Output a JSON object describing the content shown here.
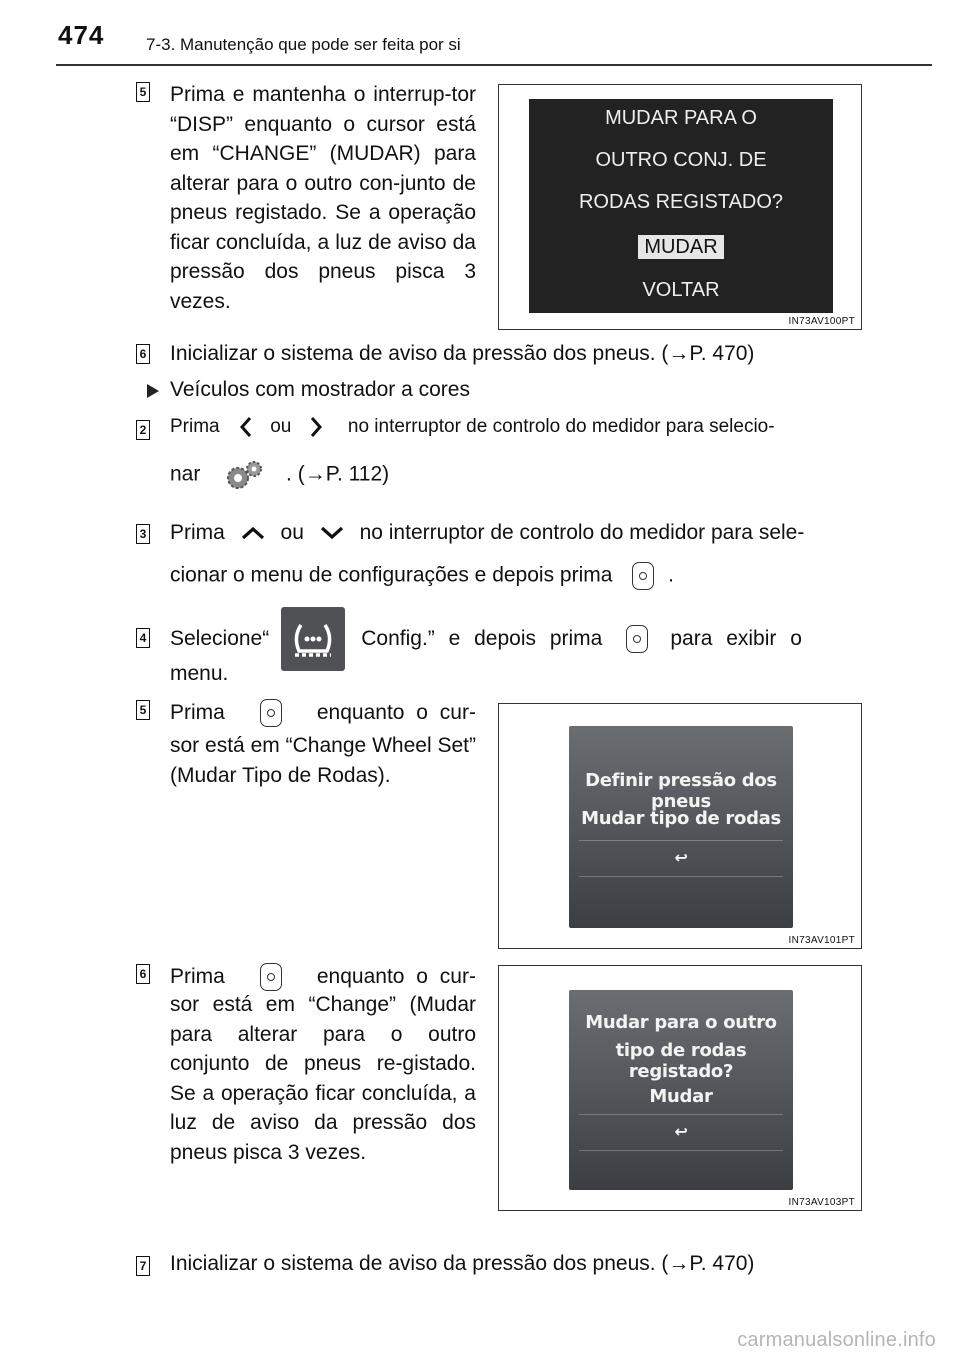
{
  "header": {
    "page_number": "474",
    "section": "7-3. Manutenção que pode ser feita por si"
  },
  "blocks": [
    {
      "step": "5",
      "text": "Prima e mantenha o interrup-tor “DISP” enquanto o cursor está em “CHANGE” (MUDAR) para alterar para o outro con-junto de pneus registado. Se a operação ficar concluída, a luz de aviso da pressão dos pneus pisca 3 vezes.",
      "figure": {
        "code": "IN73AV100PT",
        "lines": [
          "MUDAR PARA O",
          "OUTRO CONJ. DE",
          "RODAS REGISTADO?"
        ],
        "selected": "MUDAR",
        "other": "VOLTAR"
      }
    },
    {
      "step": "6",
      "text": "Inicializar o sistema de aviso da pressão dos pneus. (→P. 470)"
    },
    {
      "bullet": "Veículos com mostrador a cores"
    },
    {
      "step": "2",
      "part1": "Prima",
      "part2": "ou",
      "part3": "no interruptor de controlo do medidor para selecio-",
      "part4": "nar",
      "part5": ". (→P. 112)"
    },
    {
      "step": "3",
      "part1": "Prima",
      "part2": "ou",
      "part3": "no interruptor de controlo do medidor para sele-",
      "part4": "cionar o menu de configurações e depois prima",
      "part5": "."
    },
    {
      "step": "4",
      "part1": "Selecione“",
      "part2": "Config.” e depois prima",
      "part3": "para exibir o",
      "part4": "menu."
    },
    {
      "step": "5",
      "line1_a": "Prima",
      "line1_b": "enquanto o cur-",
      "rest": "sor está em “Change Wheel Set” (Mudar Tipo de Rodas).",
      "figure": {
        "code": "IN73AV101PT",
        "item1": "Definir pressão dos pneus",
        "item2": "Mudar tipo de rodas",
        "back": "↩"
      }
    },
    {
      "step": "6",
      "line1_a": "Prima",
      "line1_b": "enquanto o cur-",
      "rest": "sor está em “Change” (Mudar para alterar para o outro conjunto de pneus re-gistado. Se a operação ficar concluída, a luz de aviso da pressão dos pneus pisca 3 vezes.",
      "figure": {
        "code": "IN73AV103PT",
        "line1": "Mudar para o outro",
        "line2": "tipo de rodas registado?",
        "option": "Mudar",
        "back": "↩"
      }
    },
    {
      "step": "7",
      "text": "Inicializar o sistema de aviso da pressão dos pneus. (→P. 470)"
    }
  ],
  "watermark": "carmanualsonline.info"
}
